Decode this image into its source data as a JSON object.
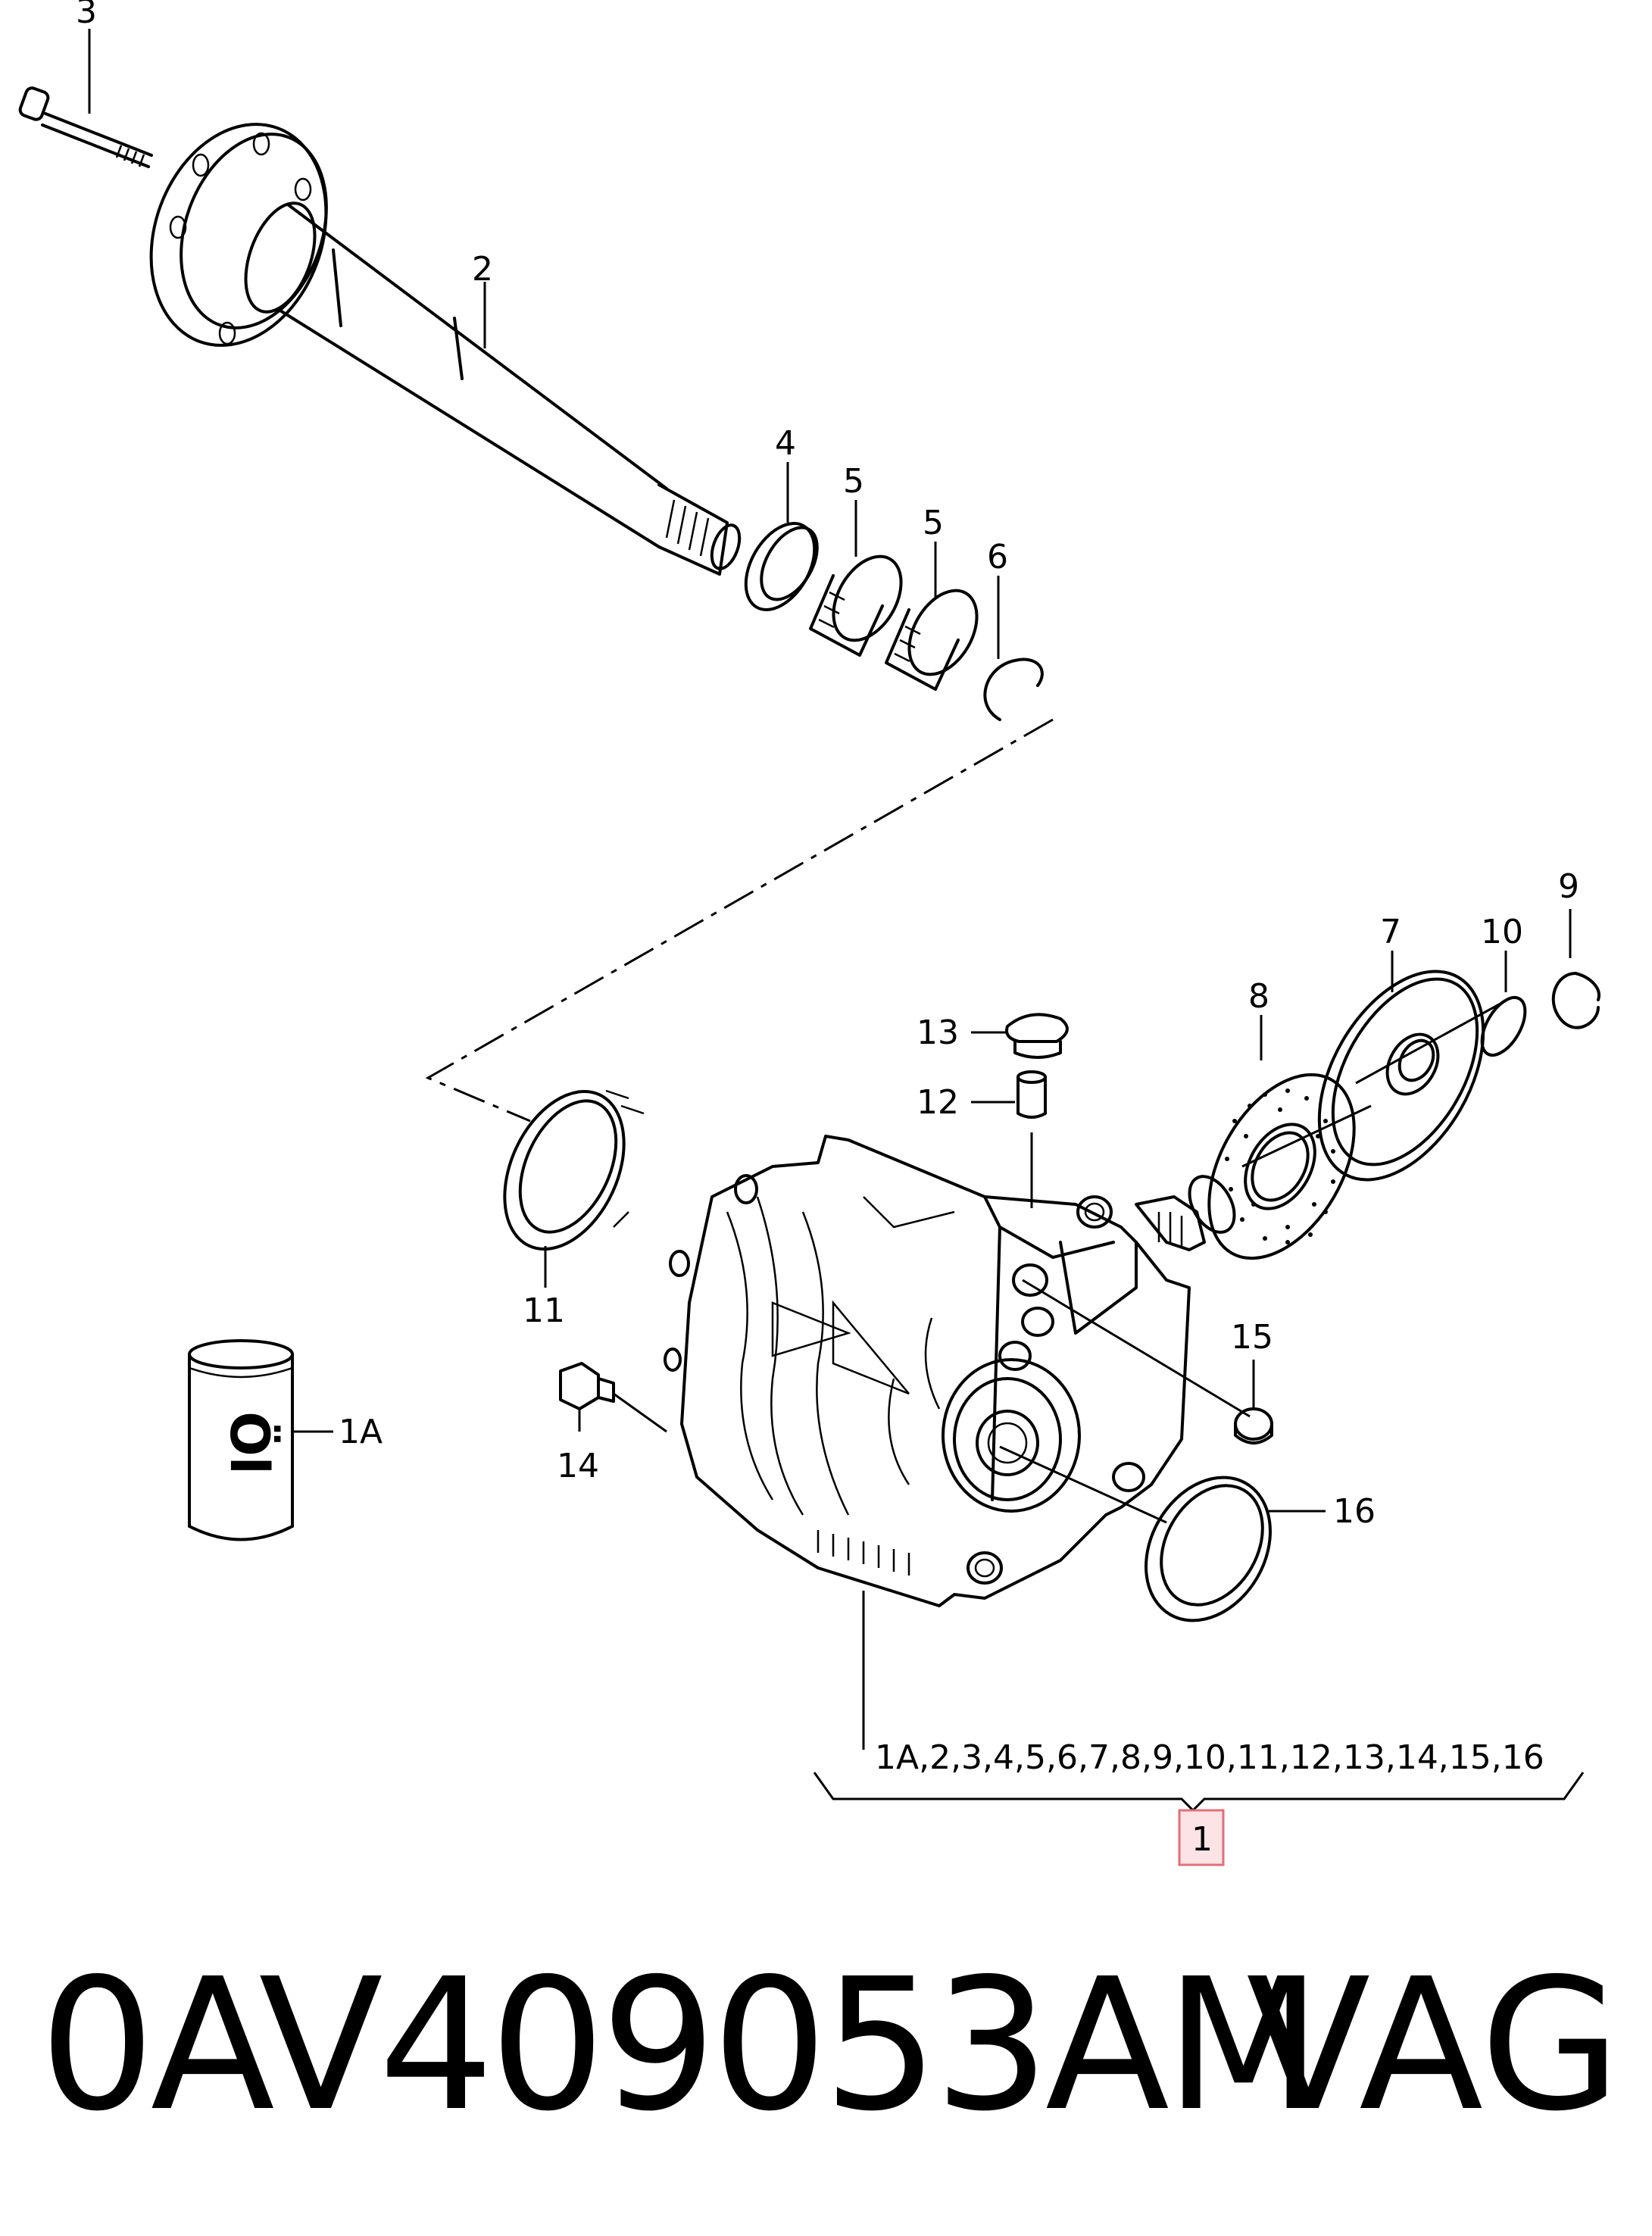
{
  "callouts": {
    "c1": "1",
    "c1A": "1A",
    "c2": "2",
    "c3": "3",
    "c4": "4",
    "c5a": "5",
    "c5b": "5",
    "c6": "6",
    "c7": "7",
    "c8": "8",
    "c9": "9",
    "c10": "10",
    "c11": "11",
    "c12": "12",
    "c13": "13",
    "c14": "14",
    "c15": "15",
    "c16": "16"
  },
  "assembly_contents": "1A,2,3,4,5,6,7,8,9,10,11,12,13,14,15,16",
  "oil_can_logo": "Öl",
  "footer": {
    "part_number": "0AV409053AM",
    "brand": "VAG"
  },
  "colors": {
    "line": "#000000",
    "highlight_fill": "#fbe3e6",
    "highlight_border": "#e0707a"
  }
}
